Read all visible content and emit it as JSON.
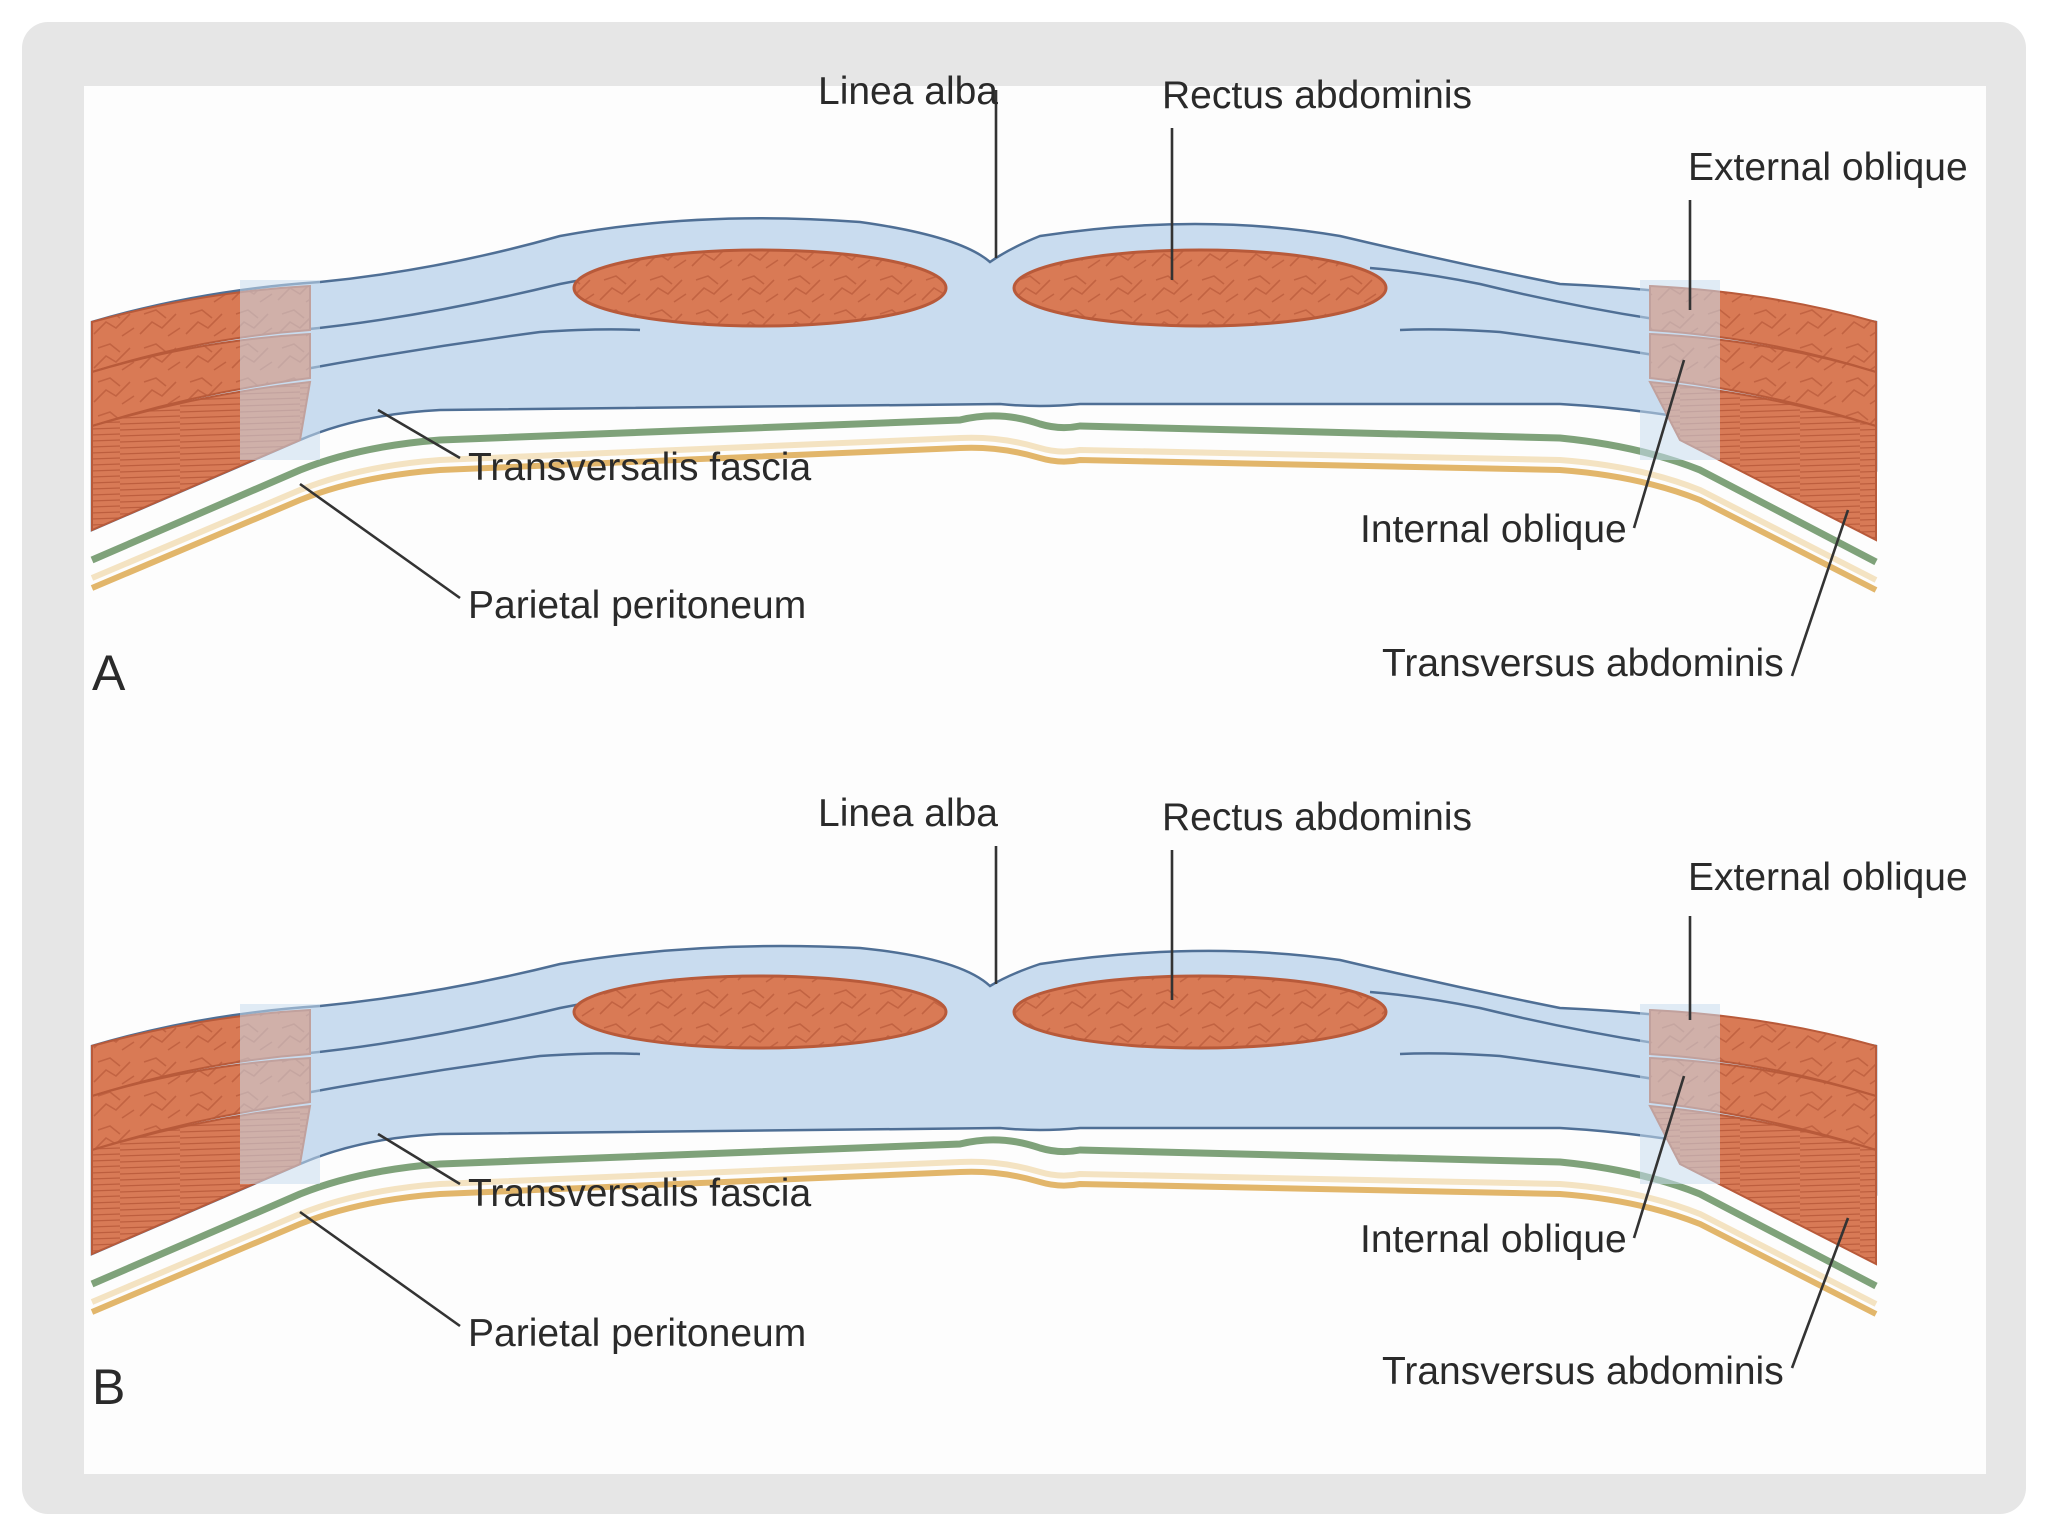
{
  "colors": {
    "frame": "#e6e6e6",
    "panel": "#fdfdfd",
    "muscle": "#d97a55",
    "muscle_dark": "#b85a3a",
    "fascia": "#c9dcef",
    "fascia_line": "#4f6f95",
    "transversalis": "#7fa27a",
    "peritoneum": "#e2b66b",
    "text": "#2a2a2a"
  },
  "panels": [
    {
      "id": "A",
      "letter": "A",
      "labels": {
        "linea_alba": "Linea alba",
        "rectus_abdominis": "Rectus abdominis",
        "external_oblique": "External oblique",
        "internal_oblique": "Internal oblique",
        "transversus_abdominis": "Transversus abdominis",
        "transversalis_fascia": "Transversalis fascia",
        "parietal_peritoneum": "Parietal peritoneum"
      }
    },
    {
      "id": "B",
      "letter": "B",
      "labels": {
        "linea_alba": "Linea alba",
        "rectus_abdominis": "Rectus abdominis",
        "external_oblique": "External oblique",
        "internal_oblique": "Internal oblique",
        "transversus_abdominis": "Transversus abdominis",
        "transversalis_fascia": "Transversalis fascia",
        "parietal_peritoneum": "Parietal peritoneum"
      }
    }
  ]
}
